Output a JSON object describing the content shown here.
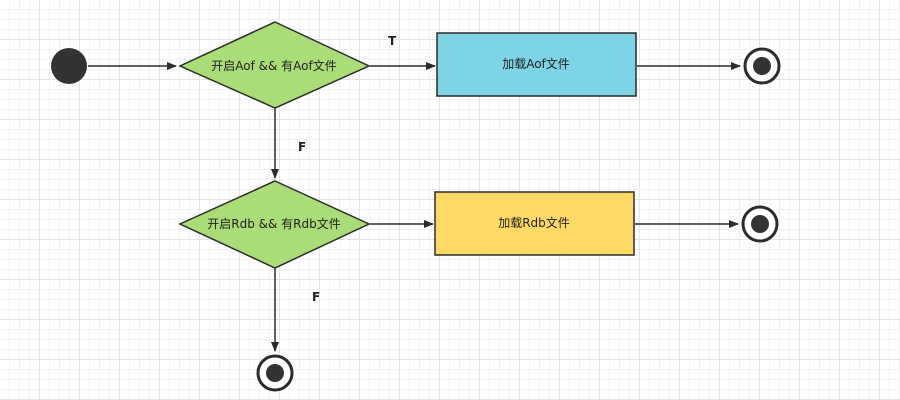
{
  "diagram": {
    "decisions": [
      {
        "text": "开启Aof && 有Aof文件",
        "fill": "#a9dd78"
      },
      {
        "text": "开启Rdb && 有Rdb文件",
        "fill": "#a9dd78"
      }
    ],
    "actions": [
      {
        "text": "加载Aof文件",
        "fill": "#7ed3e5"
      },
      {
        "text": "加载Rdb文件",
        "fill": "#ffd966"
      }
    ],
    "edge_labels": {
      "aof_true": "T",
      "aof_false": "F",
      "rdb_false": "F"
    },
    "colors": {
      "line": "#2b2b2b",
      "node_fill": "#333333"
    }
  }
}
